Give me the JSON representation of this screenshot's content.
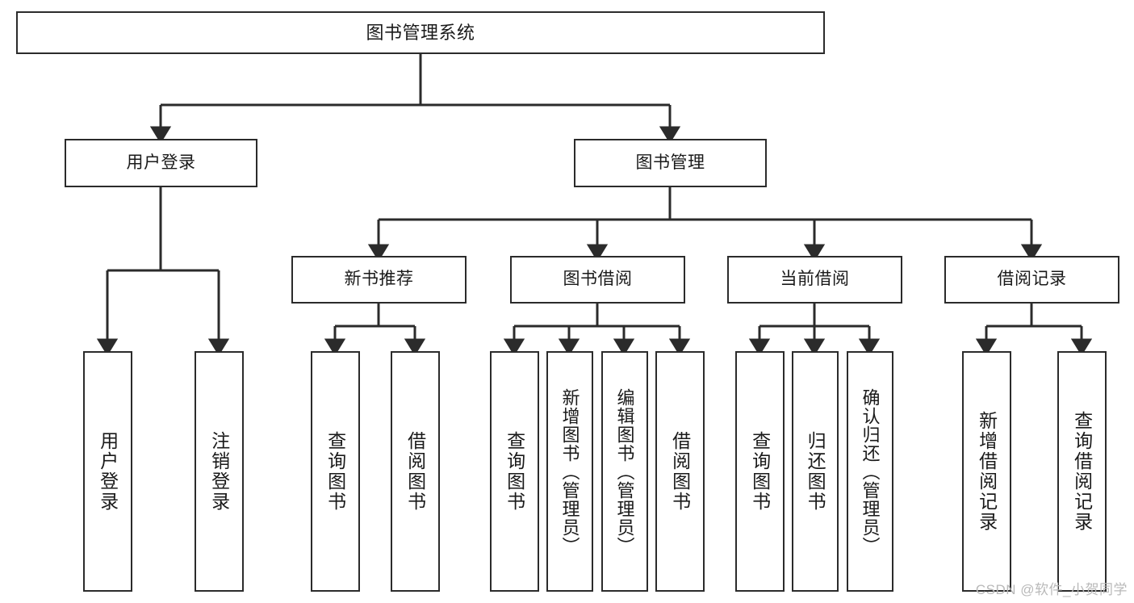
{
  "diagram": {
    "title": "图书管理系统",
    "type": "tree-hierarchy-chart",
    "colors": {
      "box_border": "#2b2b2b",
      "box_fill": "#ffffff",
      "edge": "#2b2b2b",
      "background": "#ffffff",
      "watermark": "#b9b9b9"
    },
    "root": {
      "label": "图书管理系统"
    },
    "level2": [
      {
        "id": "user-login",
        "label": "用户登录"
      },
      {
        "id": "book-management",
        "label": "图书管理"
      }
    ],
    "level3": [
      {
        "id": "new-book-recommend",
        "label": "新书推荐"
      },
      {
        "id": "book-borrow",
        "label": "图书借阅"
      },
      {
        "id": "current-borrow",
        "label": "当前借阅"
      },
      {
        "id": "borrow-record",
        "label": "借阅记录"
      }
    ],
    "leaves": [
      {
        "id": "leaf-user-login",
        "label": "用户登录",
        "parent": "user-login"
      },
      {
        "id": "leaf-user-logout",
        "label": "注销登录",
        "parent": "user-login"
      },
      {
        "id": "leaf-query-book-1",
        "label": "查询图书",
        "parent": "new-book-recommend"
      },
      {
        "id": "leaf-borrow-book-1",
        "label": "借阅图书",
        "parent": "new-book-recommend"
      },
      {
        "id": "leaf-query-book-2",
        "label": "查询图书",
        "parent": "book-borrow"
      },
      {
        "id": "leaf-add-book",
        "label": "新增图书（管理员）",
        "parent": "book-borrow"
      },
      {
        "id": "leaf-edit-book",
        "label": "编辑图书（管理员）",
        "parent": "book-borrow"
      },
      {
        "id": "leaf-borrow-book-2",
        "label": "借阅图书",
        "parent": "book-borrow"
      },
      {
        "id": "leaf-query-book-3",
        "label": "查询图书",
        "parent": "current-borrow"
      },
      {
        "id": "leaf-return-book",
        "label": "归还图书",
        "parent": "current-borrow"
      },
      {
        "id": "leaf-confirm-return",
        "label": "确认归还（管理员）",
        "parent": "current-borrow"
      },
      {
        "id": "leaf-add-record",
        "label": "新增借阅记录",
        "parent": "borrow-record"
      },
      {
        "id": "leaf-query-record",
        "label": "查询借阅记录",
        "parent": "borrow-record"
      }
    ],
    "watermark": "CSDN @软件_小贺同学"
  }
}
